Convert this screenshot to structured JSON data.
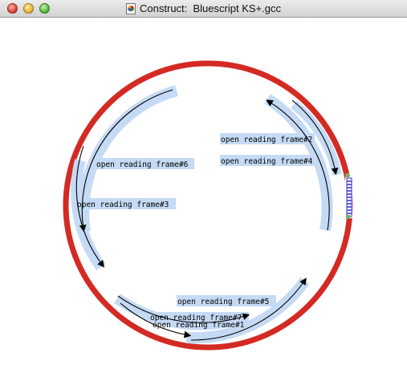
{
  "window": {
    "title": "Construct:  Bluescript KS+.gcc"
  },
  "map": {
    "backbone_color": "#d42a24",
    "orf_highlight_color": "#c5daf4",
    "feature_color": "#3a2ad0",
    "features": [
      {
        "label": "open reading frame#2"
      },
      {
        "label": "open reading frame#4"
      },
      {
        "label": "open reading frame#6"
      },
      {
        "label": "open reading frame#3"
      },
      {
        "label": "open reading frame#5"
      },
      {
        "label": "open reading frame#7"
      },
      {
        "label": "open reading frame#1"
      }
    ]
  }
}
